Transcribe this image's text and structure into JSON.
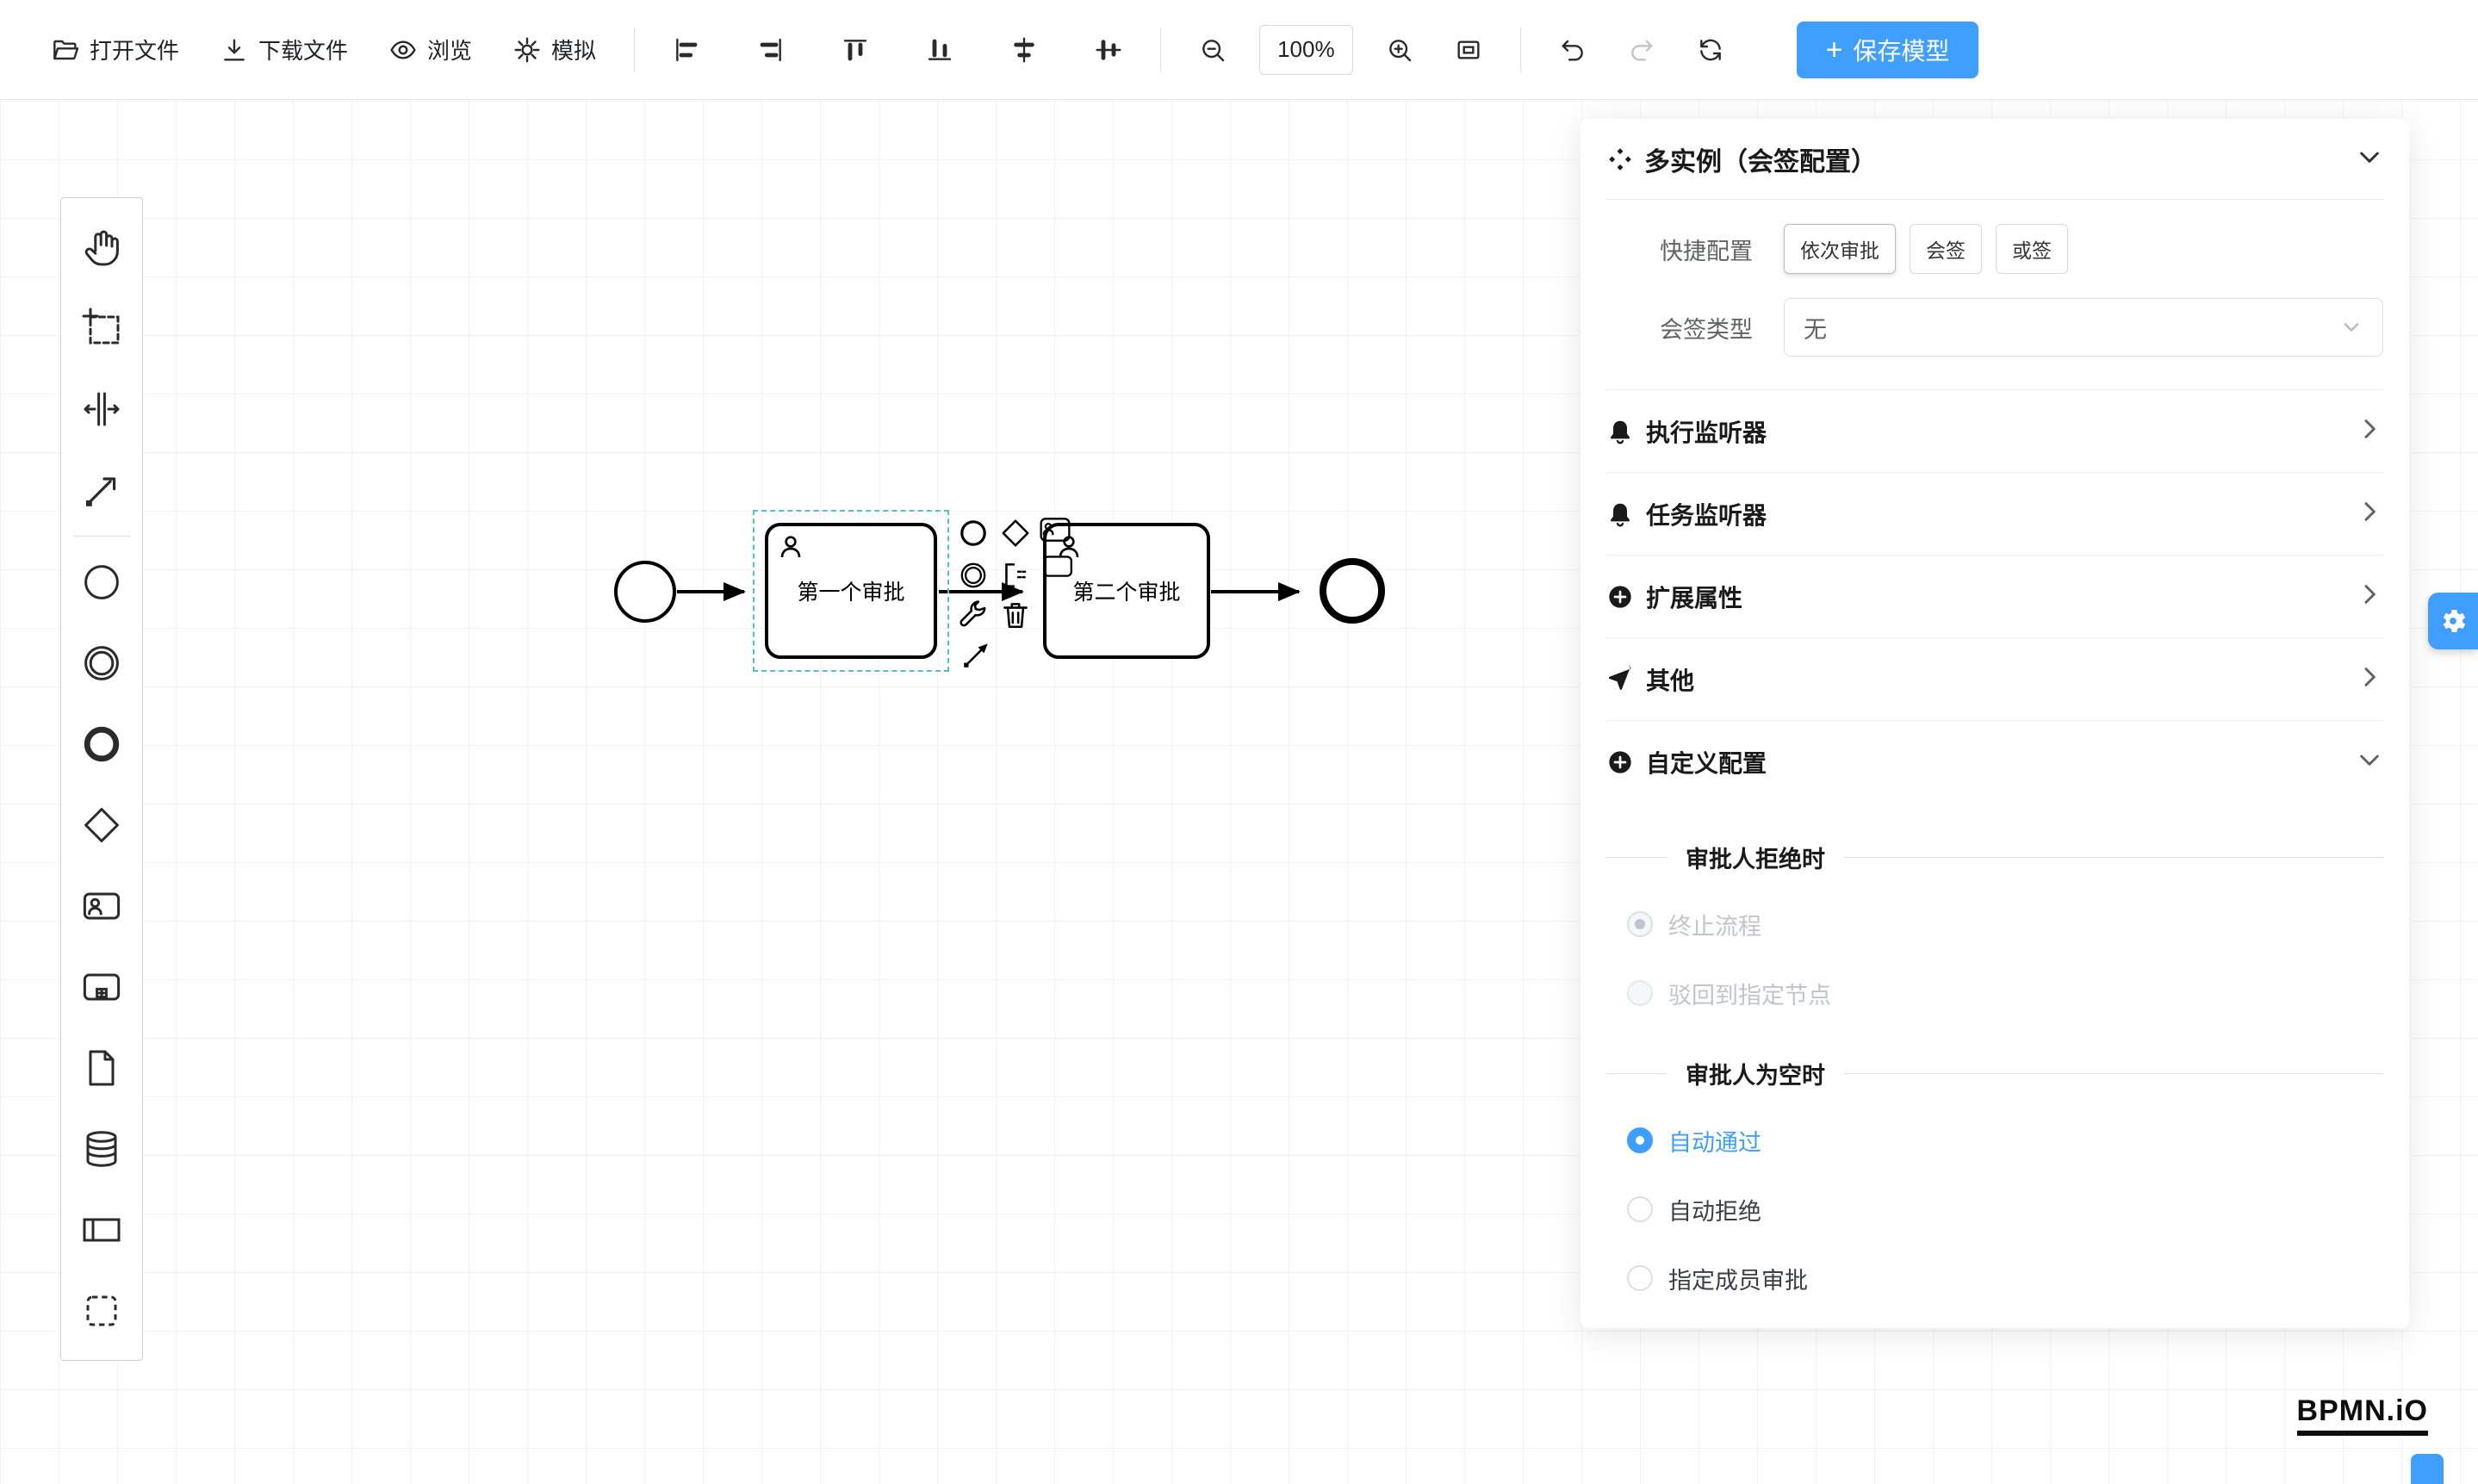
{
  "toolbar": {
    "open_file": "打开文件",
    "download_file": "下载文件",
    "preview": "浏览",
    "simulate": "模拟",
    "zoom_level": "100%",
    "plus_icon": "+",
    "save_model": "保存模型"
  },
  "palette": {
    "tools": [
      "hand-tool",
      "lasso-tool",
      "space-tool",
      "global-connect-tool"
    ],
    "elements": [
      "start-event",
      "intermediate-event",
      "end-event",
      "gateway",
      "user-task",
      "subprocess",
      "data-object",
      "data-store",
      "participant",
      "group"
    ]
  },
  "canvas": {
    "task1_label": "第一个审批",
    "task2_label": "第二个审批",
    "context_pad_icons": [
      "append-end-event",
      "append-gateway",
      "append-user-task",
      "append-intermediate-event",
      "append-text-annotation",
      "append-task",
      "replace-wrench",
      "delete-trash",
      "connect-arrow"
    ]
  },
  "panel": {
    "title": "多实例（会签配置）",
    "quick_config": {
      "label": "快捷配置",
      "options": [
        "依次审批",
        "会签",
        "或签"
      ]
    },
    "sign_type": {
      "label": "会签类型",
      "value": "无"
    },
    "sections": [
      {
        "label": "执行监听器",
        "icon": "bell-icon"
      },
      {
        "label": "任务监听器",
        "icon": "bell-icon"
      },
      {
        "label": "扩展属性",
        "icon": "plus-circle-icon"
      },
      {
        "label": "其他",
        "icon": "send-icon"
      },
      {
        "label": "自定义配置",
        "icon": "plus-circle-icon"
      }
    ],
    "reject": {
      "title": "审批人拒绝时",
      "options": [
        {
          "label": "终止流程",
          "state": "disabled-selected"
        },
        {
          "label": "驳回到指定节点",
          "state": "disabled"
        }
      ]
    },
    "empty": {
      "title": "审批人为空时",
      "options": [
        {
          "label": "自动通过",
          "state": "selected"
        },
        {
          "label": "自动拒绝",
          "state": "normal"
        },
        {
          "label": "指定成员审批",
          "state": "normal"
        }
      ]
    }
  },
  "logo": "BPMN.iO",
  "colors": {
    "primary": "#409EFF",
    "selection_outline": "#4FC3C7",
    "stroke": "#000000"
  }
}
